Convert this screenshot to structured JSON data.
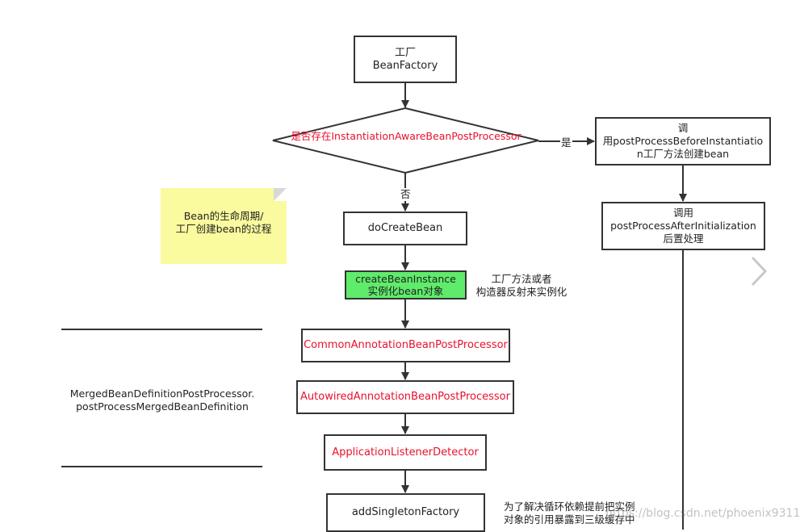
{
  "nodes": {
    "factory_line1": "工厂",
    "factory_line2": "BeanFactory",
    "decision": "是否存在InstantiationAwareBeanPostProcessor",
    "yes_label": "是",
    "no_label": "否",
    "before_line1": "调",
    "before_line2": "用postProcessBeforeInstantiatio",
    "before_line3": "n工厂方法创建bean",
    "after_line1": "调用",
    "after_line2": "postProcessAfterInitialization",
    "after_line3": "后置处理",
    "do_create": "doCreateBean",
    "create_instance_line1": "createBeanInstance",
    "create_instance_line2": "实例化bean对象",
    "common": "CommonAnnotationBeanPostProcessor",
    "autowired": "AutowiredAnnotationBeanPostProcessor",
    "listener": "ApplicationListenerDetector",
    "add_singleton": "addSingletonFactory"
  },
  "annotations": {
    "note_line1": "Bean的生命周期/",
    "note_line2": "工厂创建bean的过程",
    "factory_note_line1": "工厂方法或者",
    "factory_note_line2": "构造器反射来实例化",
    "merged_line1": "MergedBeanDefinitionPostProcessor.",
    "merged_line2": "postProcessMergedBeanDefinition",
    "cycle_line1": "为了解决循环依赖提前把实例",
    "cycle_line2": "对象的引用暴露到三级缓存中"
  },
  "watermark": "https://blog.csdn.net/phoenix9311",
  "colors": {
    "red_text": "#e8112d",
    "green_fill": "#5fec6b",
    "note_fill": "#fafa9e"
  }
}
